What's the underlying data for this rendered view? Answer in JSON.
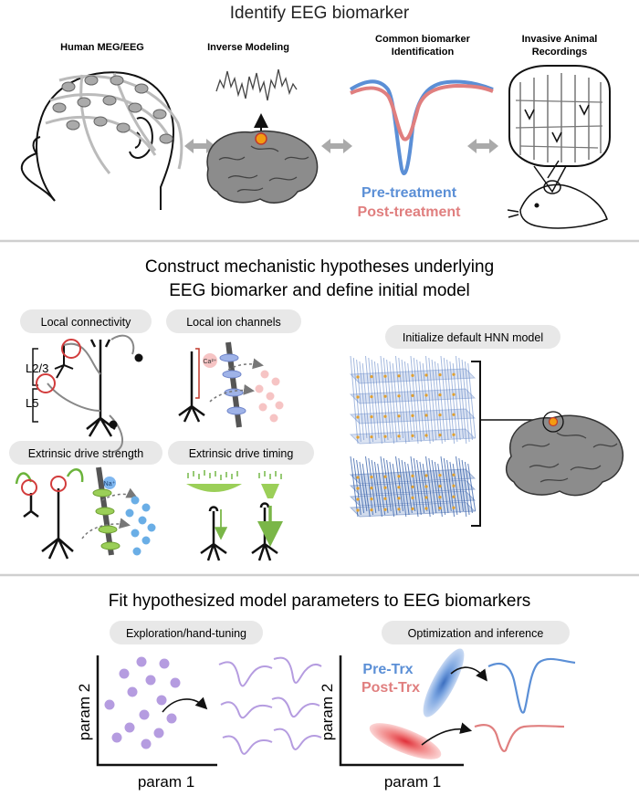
{
  "section1": {
    "title": "Identify EEG biomarker",
    "panels": {
      "meg": "Human MEG/EEG",
      "inverse": "Inverse Modeling",
      "common_line1": "Common biomarker",
      "common_line2": "Identification",
      "invasive_line1": "Invasive Animal",
      "invasive_line2": "Recordings"
    },
    "legend": {
      "pre": "Pre-treatment",
      "post": "Post-treatment"
    }
  },
  "section2": {
    "title_line1": "Construct mechanistic hypotheses underlying",
    "title_line2": "EEG biomarker and define initial model",
    "pills": {
      "local_connectivity": "Local connectivity",
      "local_ion_channels": "Local ion channels",
      "extrinsic_strength": "Extrinsic drive strength",
      "extrinsic_timing": "Extrinsic drive timing",
      "initialize": "Initialize default HNN model"
    },
    "layers": {
      "l23": "L2/3",
      "l5": "L5"
    },
    "ions": {
      "ca": "Ca²⁺",
      "na": "Na⁺"
    }
  },
  "section3": {
    "title": "Fit hypothesized model parameters to EEG biomarkers",
    "pills": {
      "exploration": "Exploration/hand-tuning",
      "optimization": "Optimization  and inference"
    },
    "axes": {
      "y": "param 2",
      "x": "param 1"
    },
    "legend": {
      "pre": "Pre-Trx",
      "post": "Post-Trx"
    }
  },
  "colors": {
    "pre": "#5b8fd6",
    "post": "#e07f7f",
    "purple": "#b59ce0",
    "green": "#8cc63f",
    "blue_dot": "#6aaee6",
    "pink_dot": "#f4c6c6",
    "gray_pill": "#e8e8e8",
    "divider": "#cfcfcf"
  }
}
